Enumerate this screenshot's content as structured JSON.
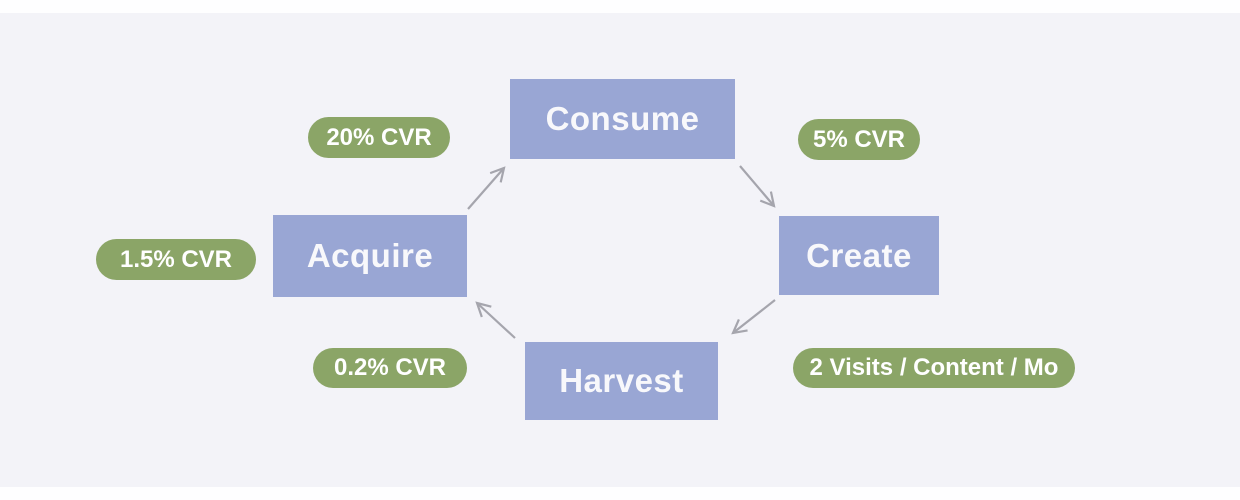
{
  "diagram": {
    "type": "cycle-flow-diagram",
    "colors": {
      "background": "#F3F3F8",
      "node_fill": "#99A6D4",
      "badge_fill": "#8BA567",
      "arrow": "#A5A5AD",
      "text": "#FFFFFF"
    },
    "nodes": [
      {
        "id": "consume",
        "label": "Consume"
      },
      {
        "id": "create",
        "label": "Create"
      },
      {
        "id": "harvest",
        "label": "Harvest"
      },
      {
        "id": "acquire",
        "label": "Acquire"
      }
    ],
    "badges": [
      {
        "id": "cvr-20",
        "label": "20% CVR"
      },
      {
        "id": "cvr-5",
        "label": "5% CVR"
      },
      {
        "id": "cvr-1-5",
        "label": "1.5% CVR"
      },
      {
        "id": "cvr-0-2",
        "label": "0.2% CVR"
      },
      {
        "id": "visits",
        "label": "2 Visits / Content / Mo"
      }
    ],
    "edges": [
      {
        "from": "Acquire",
        "to": "Consume",
        "label": "20% CVR"
      },
      {
        "from": "Consume",
        "to": "Create",
        "label": "5% CVR"
      },
      {
        "from": "Create",
        "to": "Harvest",
        "label": "2 Visits / Content / Mo"
      },
      {
        "from": "Harvest",
        "to": "Acquire",
        "label": "0.2% CVR"
      }
    ]
  }
}
